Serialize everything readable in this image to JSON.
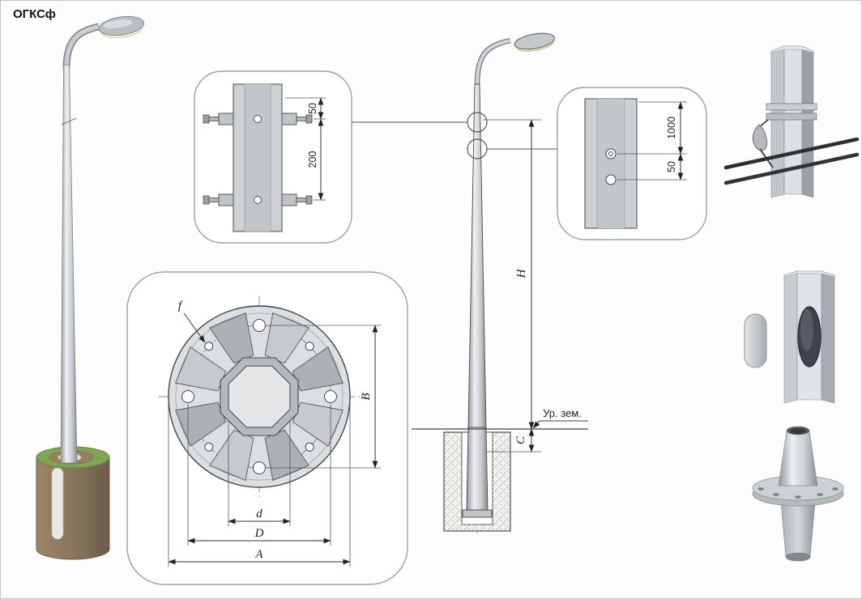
{
  "title": "ОГКСф",
  "clamp_detail": {
    "dim_offset": "50",
    "dim_spacing": "200"
  },
  "cable_entry_detail": {
    "dim_height": "1000",
    "dim_offset": "50"
  },
  "flange_detail": {
    "hole_label": "f",
    "bolt_span": "B",
    "inner_dia": "d",
    "bolt_circle_dia": "D",
    "plate_width": "A"
  },
  "elevation": {
    "height_label": "H",
    "embed_label": "C",
    "ground_label": "Ур. зем."
  }
}
